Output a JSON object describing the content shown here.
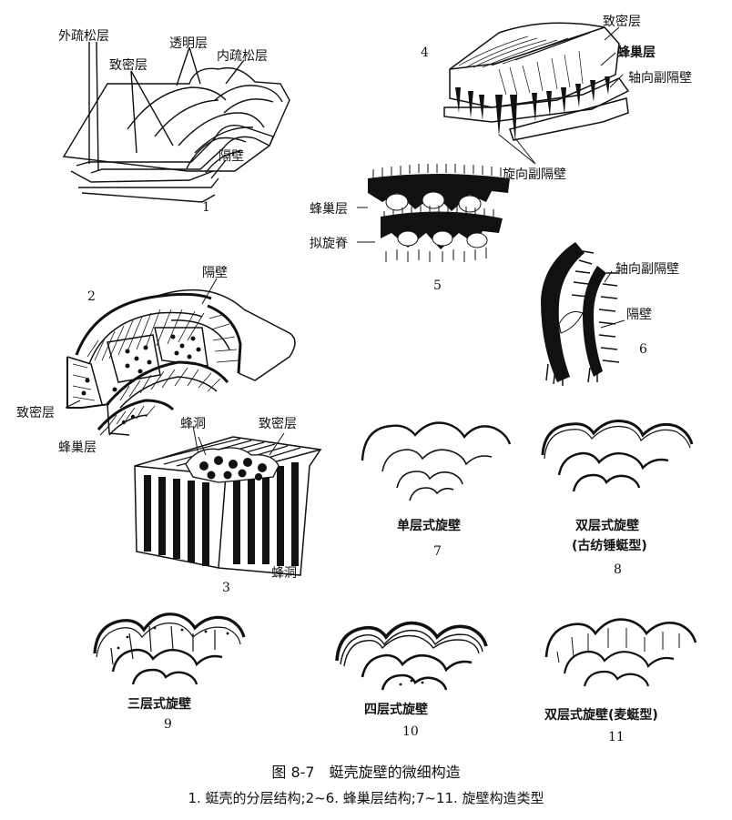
{
  "panel1": {
    "label_outer_loose": "外疏松层",
    "label_transparent": "透明层",
    "label_dense": "致密层",
    "label_inner_loose": "内疏松层",
    "label_septum": "隔壁",
    "number": "1"
  },
  "panel2": {
    "label_septum": "隔壁",
    "label_dense": "致密层",
    "label_keriotheca": "蜂巢层",
    "number": "2"
  },
  "panel3": {
    "label_alveoli_top": "蜂洞",
    "label_dense": "致密层",
    "label_alveoli_side": "蜂洞",
    "number": "3"
  },
  "panel4": {
    "label_dense": "致密层",
    "label_keriotheca": "蜂巢层",
    "label_axial_septula": "轴向副隔壁",
    "label_spiral_septula": "旋向副隔壁",
    "number": "4"
  },
  "panel5": {
    "label_keriotheca": "蜂巢层",
    "label_chomata": "拟旋脊",
    "number": "5"
  },
  "panel6": {
    "label_axial_septula": "轴向副隔壁",
    "label_septum": "隔壁",
    "number": "6"
  },
  "panel7": {
    "label": "单层式旋壁",
    "number": "7"
  },
  "panel8": {
    "label": "双层式旋壁",
    "label_sub": "(古纺锤蜓型)",
    "number": "8"
  },
  "panel9": {
    "label": "三层式旋壁",
    "number": "9"
  },
  "panel10": {
    "label": "四层式旋壁",
    "number": "10"
  },
  "panel11": {
    "label": "双层式旋壁(麦蜓型)",
    "number": "11"
  },
  "caption": {
    "title": "图 8-7　蜓壳旋壁的微细构造",
    "subtitle": "1. 蜓壳的分层结构;2~6. 蜂巢层结构;7~11. 旋壁构造类型"
  }
}
